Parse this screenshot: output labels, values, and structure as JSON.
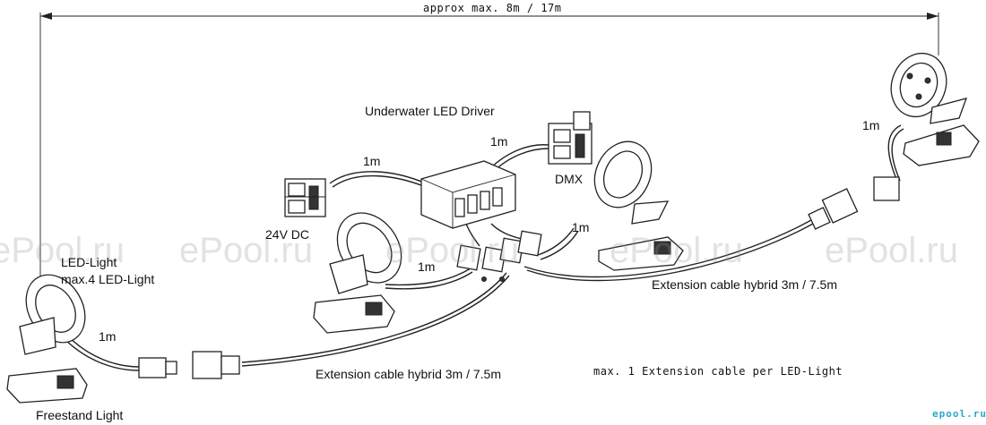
{
  "dimension": {
    "text": "approx max. 8m / 17m"
  },
  "labels": {
    "driver": "Underwater LED Driver",
    "dc": "24V DC",
    "dmx": "DMX",
    "led_light": "LED-Light",
    "led_light_max": "max.4 LED-Light",
    "freestand": "Freestand Light",
    "ext_bottom": "Extension cable hybrid 3m / 7.5m",
    "ext_right": "Extension cable hybrid 3m / 7.5m",
    "note": "max. 1 Extension cable per LED-Light",
    "len_dc": "1m",
    "len_dmx": "1m",
    "len_mid_light": "1m",
    "len_splitter": "1m",
    "len_left_light": "1m",
    "len_right_light": "1m"
  },
  "watermark": {
    "text": "ePool.ru"
  },
  "logo": {
    "text": "epool.ru"
  }
}
